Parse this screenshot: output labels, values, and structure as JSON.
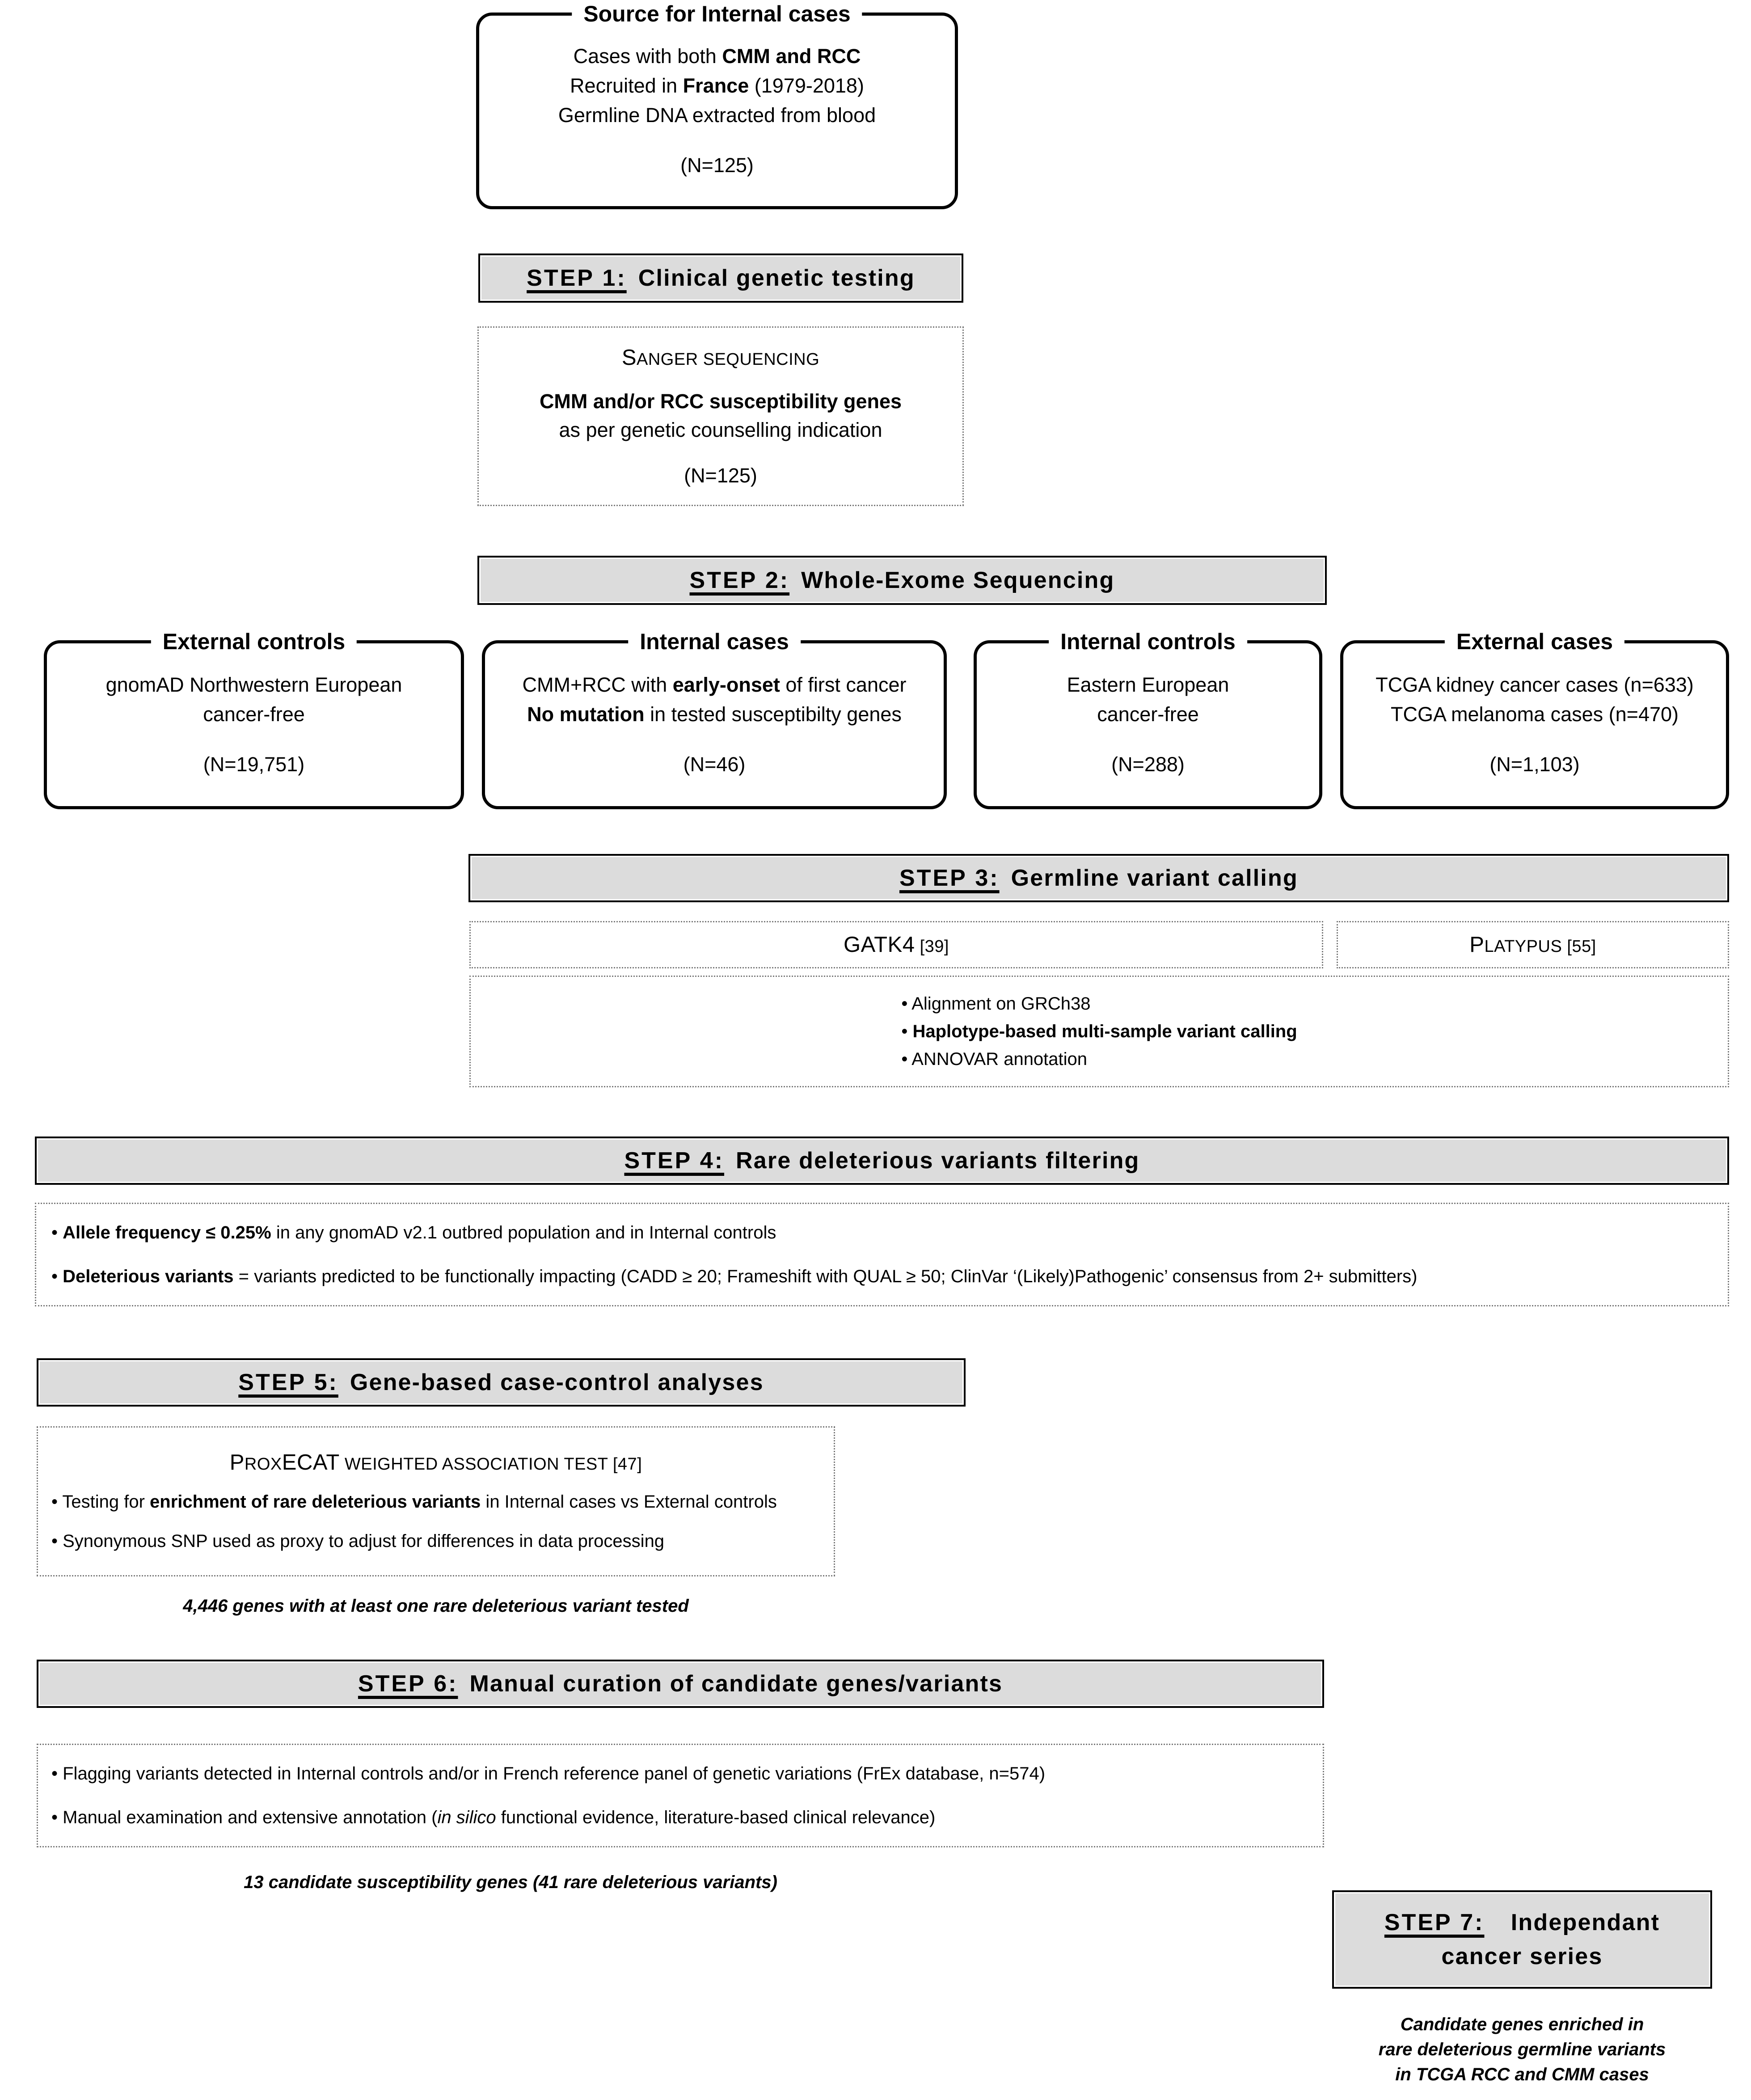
{
  "diagram": {
    "title": "Study workflow flowchart",
    "accent_gray": "#dcdcdc",
    "border_color": "#000000",
    "dotted_color": "#7a7a7a"
  },
  "source_box": {
    "title": "Source for Internal cases",
    "line1_a": "Cases with both ",
    "line1_b": "CMM and RCC",
    "line2_a": "Recruited in ",
    "line2_b": "France",
    "line2_c": " (1979-2018)",
    "line3": "Germline DNA extracted from blood",
    "count": "(N=125)"
  },
  "step1": {
    "number": "STEP 1:",
    "title": "Clinical genetic testing",
    "box": {
      "method_caps": "S",
      "method_rest": "ANGER SEQUENCING",
      "line1": "CMM and/or RCC susceptibility genes",
      "line2": "as per genetic counselling indication",
      "count": "(N=125)"
    }
  },
  "step2": {
    "number": "STEP 2:",
    "title": "Whole-Exome Sequencing",
    "cohorts": [
      {
        "title": "External controls",
        "lines": [
          "gnomAD Northwestern European",
          "cancer-free"
        ],
        "count": "(N=19,751)"
      },
      {
        "title": "Internal cases",
        "line1_a": "CMM+RCC with ",
        "line1_b": "early-onset",
        "line1_c": " of first cancer",
        "line2_a": "No mutation",
        "line2_b": " in tested susceptibilty genes",
        "count": "(N=46)"
      },
      {
        "title": "Internal controls",
        "lines": [
          "Eastern European",
          "cancer-free"
        ],
        "count": "(N=288)"
      },
      {
        "title": "External cases",
        "lines": [
          "TCGA kidney cancer cases (n=633)",
          "TCGA  melanoma cases (n=470)"
        ],
        "count": "(N=1,103)"
      }
    ]
  },
  "step3": {
    "number": "STEP 3:",
    "title": "Germline variant calling",
    "caller_left_caps": "GATK4",
    "caller_left_ref": " [39]",
    "caller_right_caps": "P",
    "caller_right_rest": "LATYPUS",
    "caller_right_ref": " [55]",
    "bullets": [
      {
        "pre": "• Alignment on GRCh38",
        "bold": "",
        "post": ""
      },
      {
        "pre": "• ",
        "bold": "Haplotype-based multi-sample variant calling",
        "post": ""
      },
      {
        "pre": "• ANNOVAR annotation",
        "bold": "",
        "post": ""
      }
    ]
  },
  "step4": {
    "number": "STEP 4:",
    "title": "Rare deleterious variants filtering",
    "bullets": [
      {
        "bullet": "• ",
        "bold": "Allele frequency ≤ 0.25%",
        "rest": " in any gnomAD v2.1 outbred population and in Internal controls"
      },
      {
        "bullet": "• ",
        "bold": "Deleterious variants",
        "rest": " = variants predicted to be functionally impacting (CADD ≥ 20; Frameshift with QUAL ≥ 50; ClinVar ‘(Likely)Pathogenic’ consensus from 2+ submitters)"
      }
    ]
  },
  "step5": {
    "number": "STEP 5:",
    "title": "Gene-based case-control analyses",
    "test_caps1": "P",
    "test_rest1": "ROX",
    "test_caps2": "ECAT",
    "test_rest2": " WEIGHTED ASSOCIATION TEST [47]",
    "bullets": [
      {
        "bullet": "• Testing for ",
        "bold": "enrichment of rare deleterious variants",
        "rest": " in Internal cases vs External controls"
      },
      {
        "bullet": "• Synonymous SNP used as proxy to adjust for differences in data processing",
        "bold": "",
        "rest": ""
      }
    ],
    "result": "4,446 genes with at least one rare deleterious variant tested"
  },
  "step6": {
    "number": "STEP 6:",
    "title": "Manual curation of candidate genes/variants",
    "bullets": [
      {
        "pre": "• Flagging variants detected in Internal controls and/or in French reference panel of genetic variations (FrEx database, n=574)",
        "ital": "",
        "post": ""
      },
      {
        "pre": "• Manual examination and extensive annotation (",
        "ital": "in silico",
        "post": " functional evidence, literature-based clinical relevance)"
      }
    ],
    "result": "13 candidate susceptibility genes (41 rare deleterious variants)"
  },
  "step7": {
    "number": "STEP 7:",
    "title_line1": "Independant",
    "title_line2": "cancer series",
    "result_lines": [
      "Candidate genes enriched in",
      "rare deleterious germline variants",
      "in TCGA RCC and CMM cases"
    ]
  }
}
